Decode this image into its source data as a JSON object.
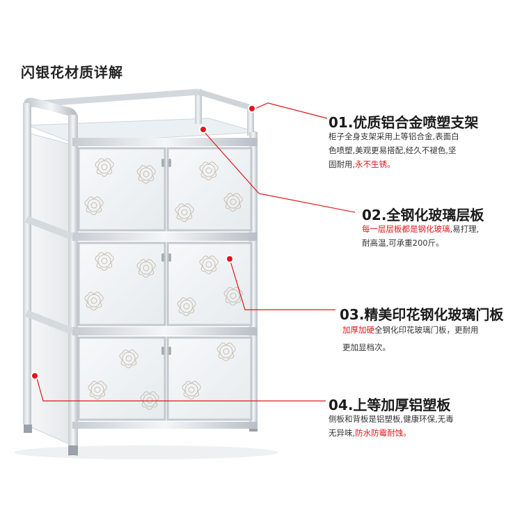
{
  "header": {
    "title": "闪银花材质详解"
  },
  "features": [
    {
      "title": "01.优质铝合金喷塑支架",
      "desc_lines": [
        [
          {
            "t": "柜子全身支架采用上等铝合金,表面白"
          }
        ],
        [
          {
            "t": "色喷塑,美观更易搭配,经久不褪色,坚"
          }
        ],
        [
          {
            "t": "固耐用,"
          },
          {
            "t": "永不生锈。",
            "red": true
          }
        ]
      ]
    },
    {
      "title": "02.全钢化玻璃层板",
      "desc_lines": [
        [
          {
            "t": "每一层层板都是钢化玻璃",
            "red": true
          },
          {
            "t": ",易打理,"
          }
        ],
        [
          {
            "t": "耐高温,可承重200斤。"
          }
        ]
      ]
    },
    {
      "title": "03.精美印花钢化玻璃门板",
      "desc_lines": [
        [
          {
            "t": "加厚加硬",
            "red": true
          },
          {
            "t": "全钢化印花玻璃门板，更耐用"
          }
        ],
        [
          {
            "t": "更加显档次。"
          }
        ]
      ]
    },
    {
      "title": "04.上等加厚铝塑板",
      "desc_lines": [
        [
          {
            "t": "侧板和背板是铝塑板,健康环保,无毒"
          }
        ],
        [
          {
            "t": "无异味,"
          },
          {
            "t": "防水防霉耐蚀。",
            "red": true
          }
        ]
      ]
    }
  ],
  "colors": {
    "accent": "#e0161b",
    "frame": "#d9dde2",
    "glass": "#eef2f4"
  }
}
